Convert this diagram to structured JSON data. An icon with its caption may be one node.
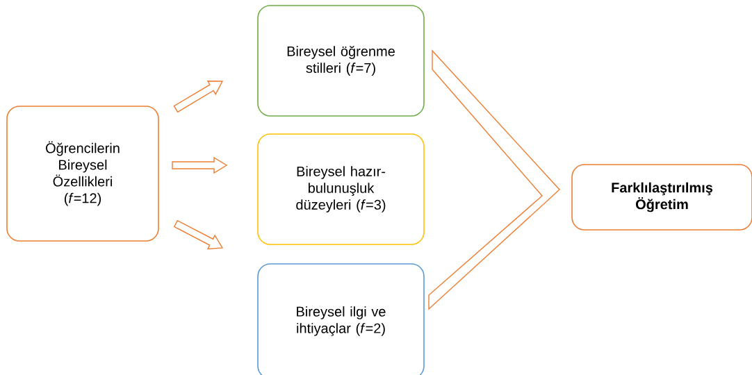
{
  "diagram": {
    "nodes": [
      {
        "text": [
          "Öğrencilerin Bireysel Özellikleri (*f*=12)"
        ]
      },
      {
        "text": [
          "Bireysel öğrenme stilleri (*f*=7)"
        ]
      },
      {
        "text": [
          "Bireysel hazır-bulunuşluk düzeyleri (*f*=3)"
        ]
      },
      {
        "text": [
          "Bireysel ilgi ve ihtiyaçlar (*f*=2)"
        ]
      },
      {
        "text": [
          "**Farklılaştırılmış Öğretim**"
        ]
      }
    ],
    "edges": [
      {
        "from": 0,
        "to": 1,
        "arrow": "to"
      },
      {
        "from": 0,
        "to": 2,
        "arrow": "to"
      },
      {
        "from": 0,
        "to": 3,
        "arrow": "to"
      },
      {
        "from": 1,
        "to": 4,
        "arrow": "to"
      },
      {
        "from": 3,
        "to": 4,
        "arrow": "to"
      }
    ]
  }
}
